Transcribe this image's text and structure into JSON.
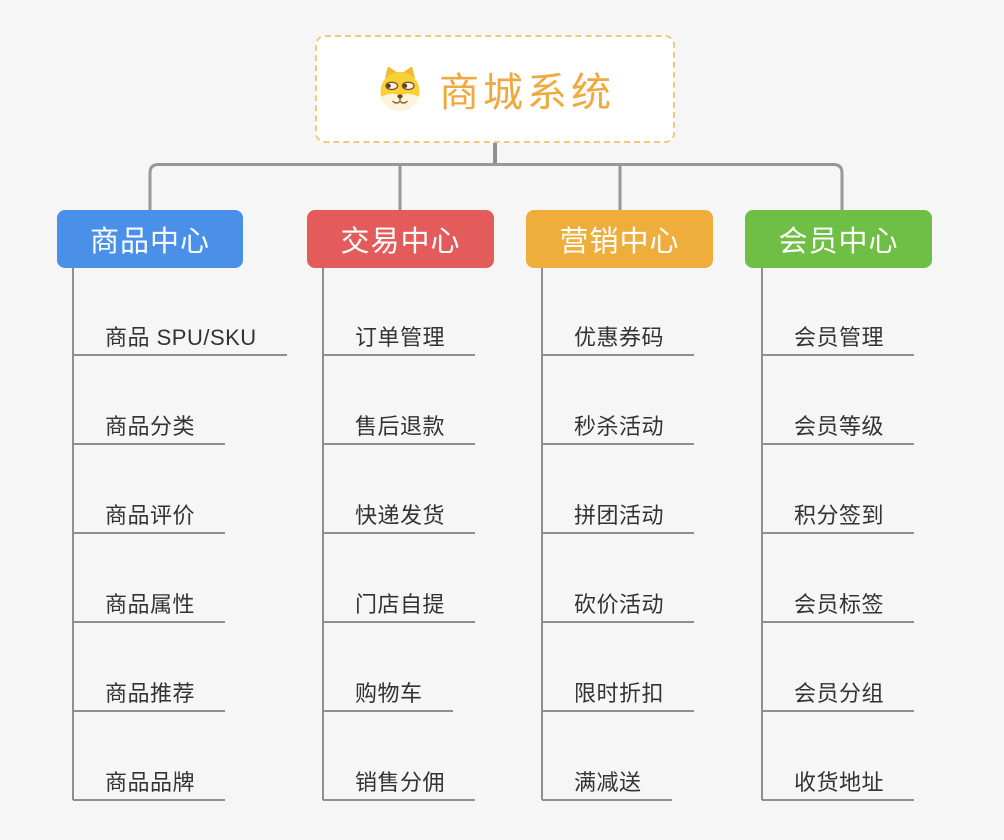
{
  "root": {
    "title": "商城系统",
    "icon": "doge-icon",
    "title_color": "#f0a93f"
  },
  "branches": [
    {
      "label": "商品中心",
      "color": "#4a8fe8",
      "children": [
        "商品 SPU/SKU",
        "商品分类",
        "商品评价",
        "商品属性",
        "商品推荐",
        "商品品牌"
      ]
    },
    {
      "label": "交易中心",
      "color": "#e35c5b",
      "children": [
        "订单管理",
        "售后退款",
        "快递发货",
        "门店自提",
        "购物车",
        "销售分佣"
      ]
    },
    {
      "label": "营销中心",
      "color": "#efae3c",
      "children": [
        "优惠券码",
        "秒杀活动",
        "拼团活动",
        "砍价活动",
        "限时折扣",
        "满减送"
      ]
    },
    {
      "label": "会员中心",
      "color": "#6fbe45",
      "children": [
        "会员管理",
        "会员等级",
        "积分签到",
        "会员标签",
        "会员分组",
        "收货地址"
      ]
    }
  ],
  "connector_color": "#979797"
}
